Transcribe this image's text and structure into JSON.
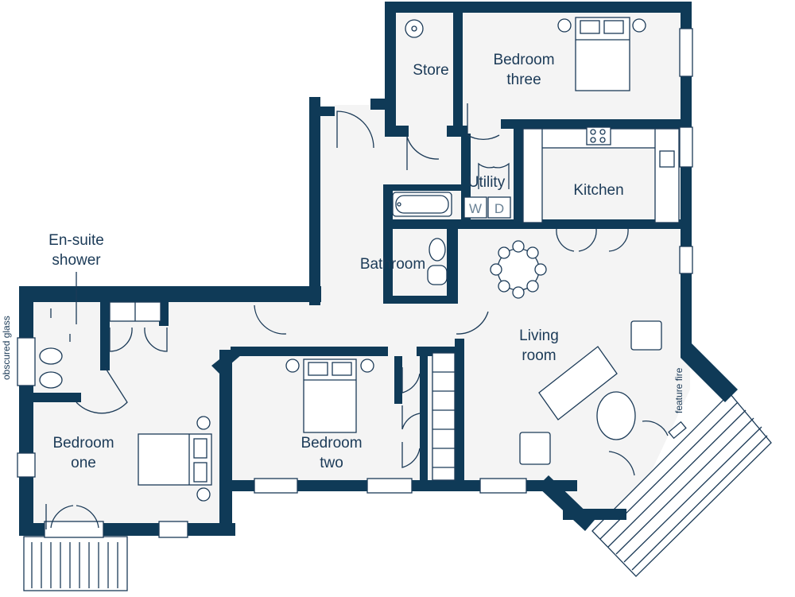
{
  "rooms": {
    "store": "Store",
    "bedroom_three": "Bedroom\nthree",
    "utility": "Utility",
    "kitchen": "Kitchen",
    "bathroom": "Bathroom",
    "ensuite": "En-suite\nshower",
    "living": "Living\nroom",
    "bedroom_two": "Bedroom\ntwo",
    "bedroom_one": "Bedroom\none"
  },
  "annotations": {
    "obscured_glass": "obscured glass",
    "feature_fire": "feature fire"
  },
  "appliances": {
    "washer": "W",
    "dryer": "D"
  },
  "colors": {
    "wall": "#0f3a57",
    "floor": "#f4f4f4",
    "text": "#1b3a57"
  }
}
